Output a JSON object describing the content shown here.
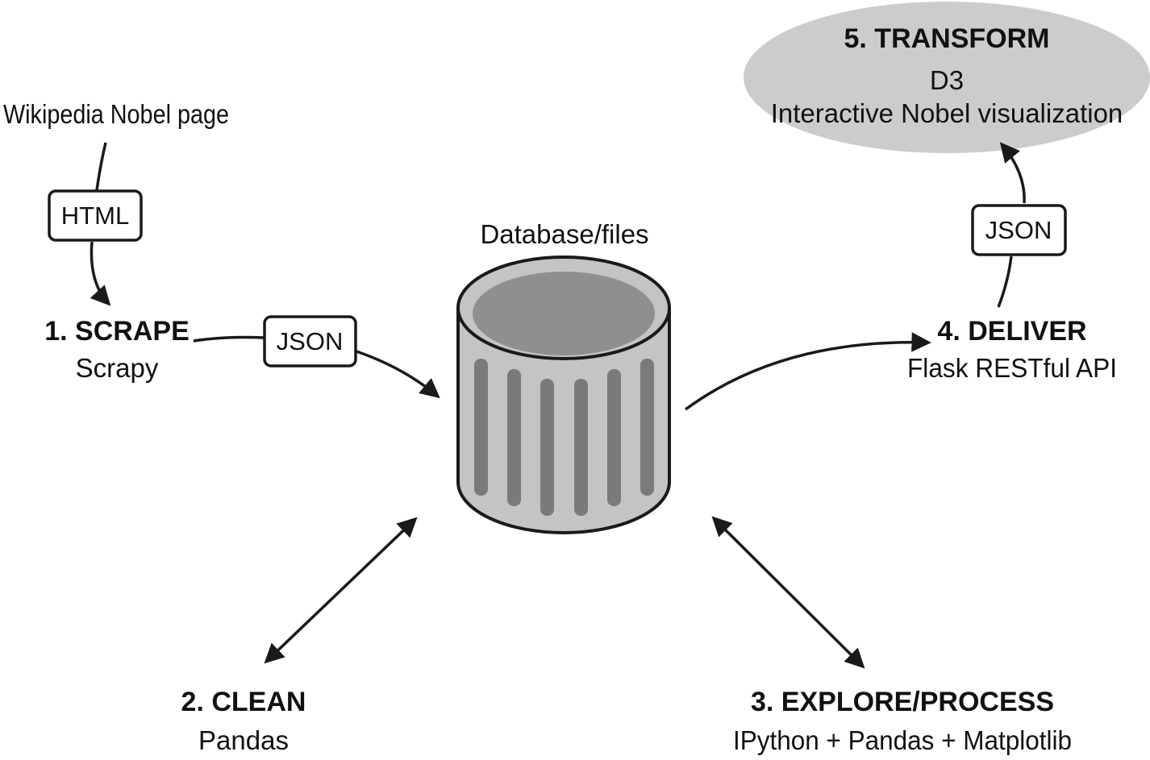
{
  "diagram": {
    "source": "Wikipedia Nobel page",
    "storage": "Database/files",
    "tags": {
      "html": "HTML",
      "json_scrape": "JSON",
      "json_deliver": "JSON"
    },
    "steps": [
      {
        "title": "1. SCRAPE",
        "tool": "Scrapy"
      },
      {
        "title": "2. CLEAN",
        "tool": "Pandas"
      },
      {
        "title": "3. EXPLORE/PROCESS",
        "tool": "IPython + Pandas + Matplotlib"
      },
      {
        "title": "4. DELIVER",
        "tool": "Flask RESTful API"
      },
      {
        "title": "5. TRANSFORM",
        "tool_line1": "D3",
        "tool_line2": "Interactive Nobel visualization"
      }
    ]
  },
  "colors": {
    "ink": "#1a1a1a",
    "cylinder_body": "#c4c4c4",
    "cylinder_dark": "#7a7a7a",
    "cylinder_top": "#8f8f8f",
    "ellipse_fill": "#cccccc"
  }
}
